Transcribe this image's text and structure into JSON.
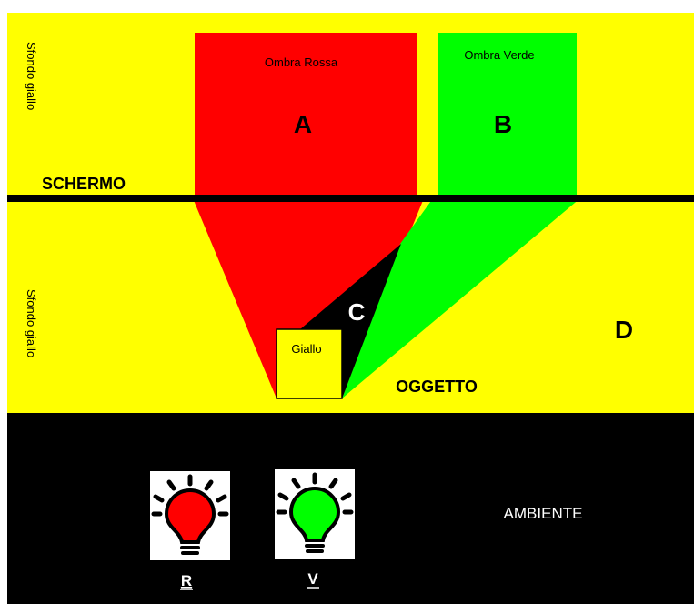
{
  "colors": {
    "yellow": "#FFFF00",
    "red": "#FF0000",
    "green": "#00FF00",
    "black": "#000000",
    "white": "#FFFFFF"
  },
  "labels": {
    "screen": "SCHERMO",
    "background_top": "Sfondo giallo",
    "background_bottom": "Sfondo giallo",
    "shadow_red": "Ombra Rossa",
    "shadow_green": "Ombra Verde",
    "region_a": "A",
    "region_b": "B",
    "region_c": "C",
    "region_d": "D",
    "object_label": "Giallo",
    "object": "OGGETTO",
    "environment": "AMBIENTE"
  },
  "lamps": [
    {
      "label": "R",
      "color": "#FF0000",
      "icon": "red-light-bulb-icon"
    },
    {
      "label": "V",
      "color": "#00FF00",
      "icon": "green-light-bulb-icon"
    }
  ]
}
